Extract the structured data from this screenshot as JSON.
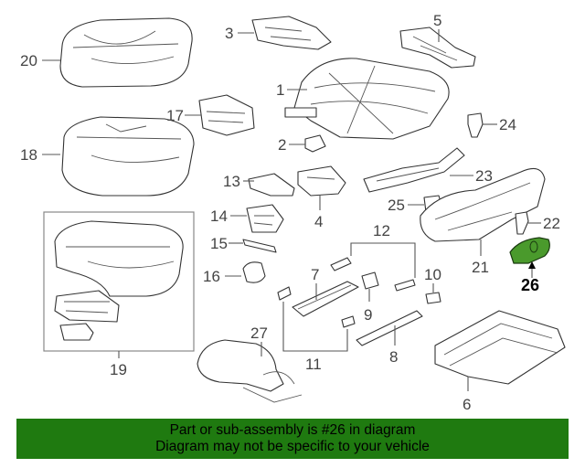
{
  "diagram": {
    "highlight_color": "#4a9a2c",
    "callouts": [
      {
        "id": "c1",
        "label": "1"
      },
      {
        "id": "c2",
        "label": "2"
      },
      {
        "id": "c3",
        "label": "3"
      },
      {
        "id": "c4",
        "label": "4"
      },
      {
        "id": "c5",
        "label": "5"
      },
      {
        "id": "c6",
        "label": "6"
      },
      {
        "id": "c7",
        "label": "7"
      },
      {
        "id": "c8",
        "label": "8"
      },
      {
        "id": "c9",
        "label": "9"
      },
      {
        "id": "c10",
        "label": "10"
      },
      {
        "id": "c11",
        "label": "11"
      },
      {
        "id": "c12",
        "label": "12"
      },
      {
        "id": "c13",
        "label": "13"
      },
      {
        "id": "c14",
        "label": "14"
      },
      {
        "id": "c15",
        "label": "15"
      },
      {
        "id": "c16",
        "label": "16"
      },
      {
        "id": "c17",
        "label": "17"
      },
      {
        "id": "c18",
        "label": "18"
      },
      {
        "id": "c19",
        "label": "19"
      },
      {
        "id": "c20",
        "label": "20"
      },
      {
        "id": "c21",
        "label": "21"
      },
      {
        "id": "c22",
        "label": "22"
      },
      {
        "id": "c23",
        "label": "23"
      },
      {
        "id": "c24",
        "label": "24"
      },
      {
        "id": "c25",
        "label": "25"
      },
      {
        "id": "c26",
        "label": "26"
      },
      {
        "id": "c27",
        "label": "27"
      }
    ]
  },
  "banner": {
    "background": "#1f7a10",
    "line1": "Part or sub-assembly is #26 in diagram",
    "line2": "Diagram may not be specific to your vehicle"
  }
}
